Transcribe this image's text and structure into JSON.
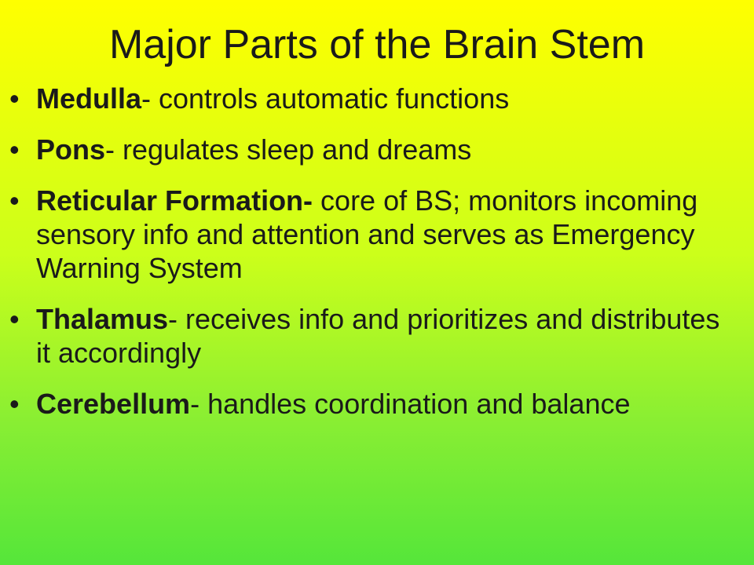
{
  "slide": {
    "title": "Major Parts of the Brain Stem",
    "background_colors": {
      "top": "#ffff00",
      "bottom": "#55e63a"
    },
    "bullet_glyph": "•",
    "items": [
      {
        "term": "Medulla",
        "text": "- controls automatic functions"
      },
      {
        "term": "Pons",
        "text": "- regulates sleep and dreams"
      },
      {
        "term": "Reticular Formation-",
        "text": " core of BS; monitors incoming sensory info and attention and serves as Emergency Warning System"
      },
      {
        "term": "Thalamus",
        "text": "- receives info and prioritizes and distributes it accordingly"
      },
      {
        "term": "Cerebellum",
        "text": "- handles coordination and balance"
      }
    ]
  }
}
